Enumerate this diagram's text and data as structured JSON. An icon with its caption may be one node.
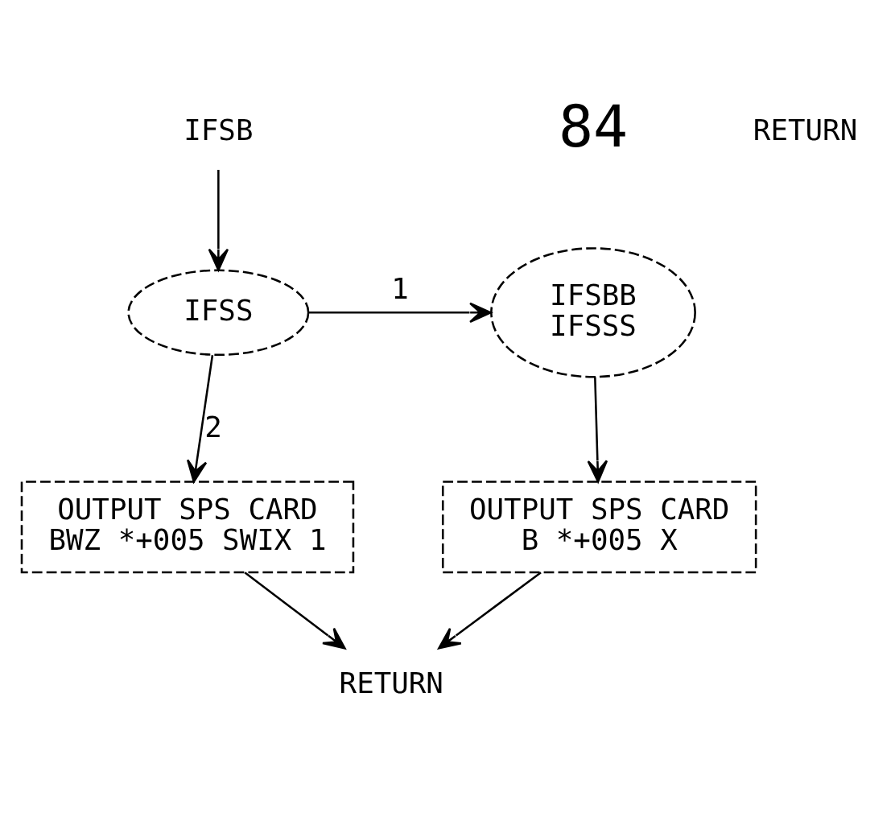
{
  "diagram": {
    "nodes": [
      {
        "text": [
          "IFSB"
        ]
      },
      {
        "text": [
          "IFSS"
        ]
      },
      {
        "text": [
          "IFSBB",
          "IFSSS"
        ]
      },
      {
        "text": [
          "OUTPUT SPS CARD",
          "B *+005 X"
        ]
      },
      {
        "text": [
          "OUTPUT SPS CARD",
          "BWZ *+005 SWIX 1"
        ]
      },
      {
        "text": [
          "RETURN"
        ]
      }
    ],
    "edges": [
      {
        "from": 0,
        "to": 1,
        "arrow": "to"
      },
      {
        "from": 1,
        "to": 2,
        "arrow": "to",
        "label": "1"
      },
      {
        "from": 1,
        "to": 4,
        "arrow": "to",
        "label": "2"
      },
      {
        "from": 2,
        "to": 3,
        "arrow": "to"
      },
      {
        "from": 3,
        "to": 5,
        "arrow": "to"
      },
      {
        "from": 4,
        "to": 5,
        "arrow": "to"
      }
    ],
    "labels": [
      "RETURN",
      "84"
    ]
  }
}
